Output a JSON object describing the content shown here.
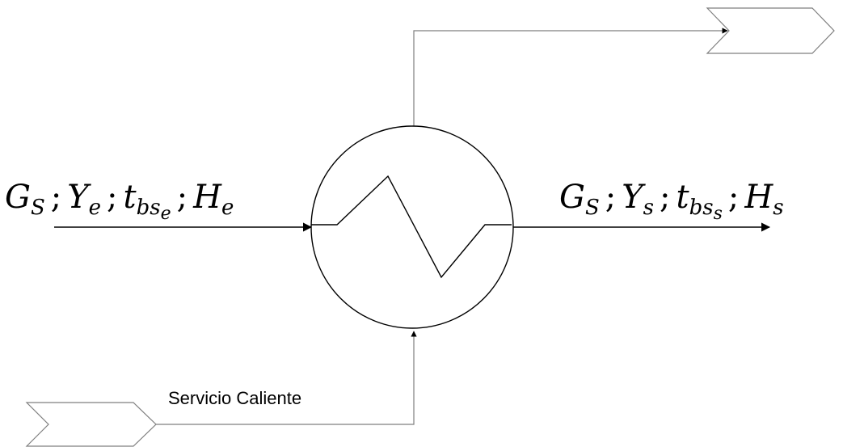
{
  "inlet_label": {
    "G": "G",
    "G_sub": "S",
    "sep1": ";",
    "Y": "Y",
    "Y_sub": "e",
    "sep2": ";",
    "t": "t",
    "t_sub": "bs",
    "t_subsub": "e",
    "sep3": ";",
    "H": "H",
    "H_sub": "e"
  },
  "outlet_label": {
    "G": "G",
    "G_sub": "S",
    "sep1": ";",
    "Y": "Y",
    "Y_sub": "s",
    "sep2": ";",
    "t": "t",
    "t_sub": "bs",
    "t_subsub": "s",
    "sep3": ";",
    "H": "H",
    "H_sub": "s"
  },
  "hot_service_label": "Servicio Caliente",
  "colors": {
    "stream_line": "#000000",
    "utility_line": "#7f7f7f"
  }
}
